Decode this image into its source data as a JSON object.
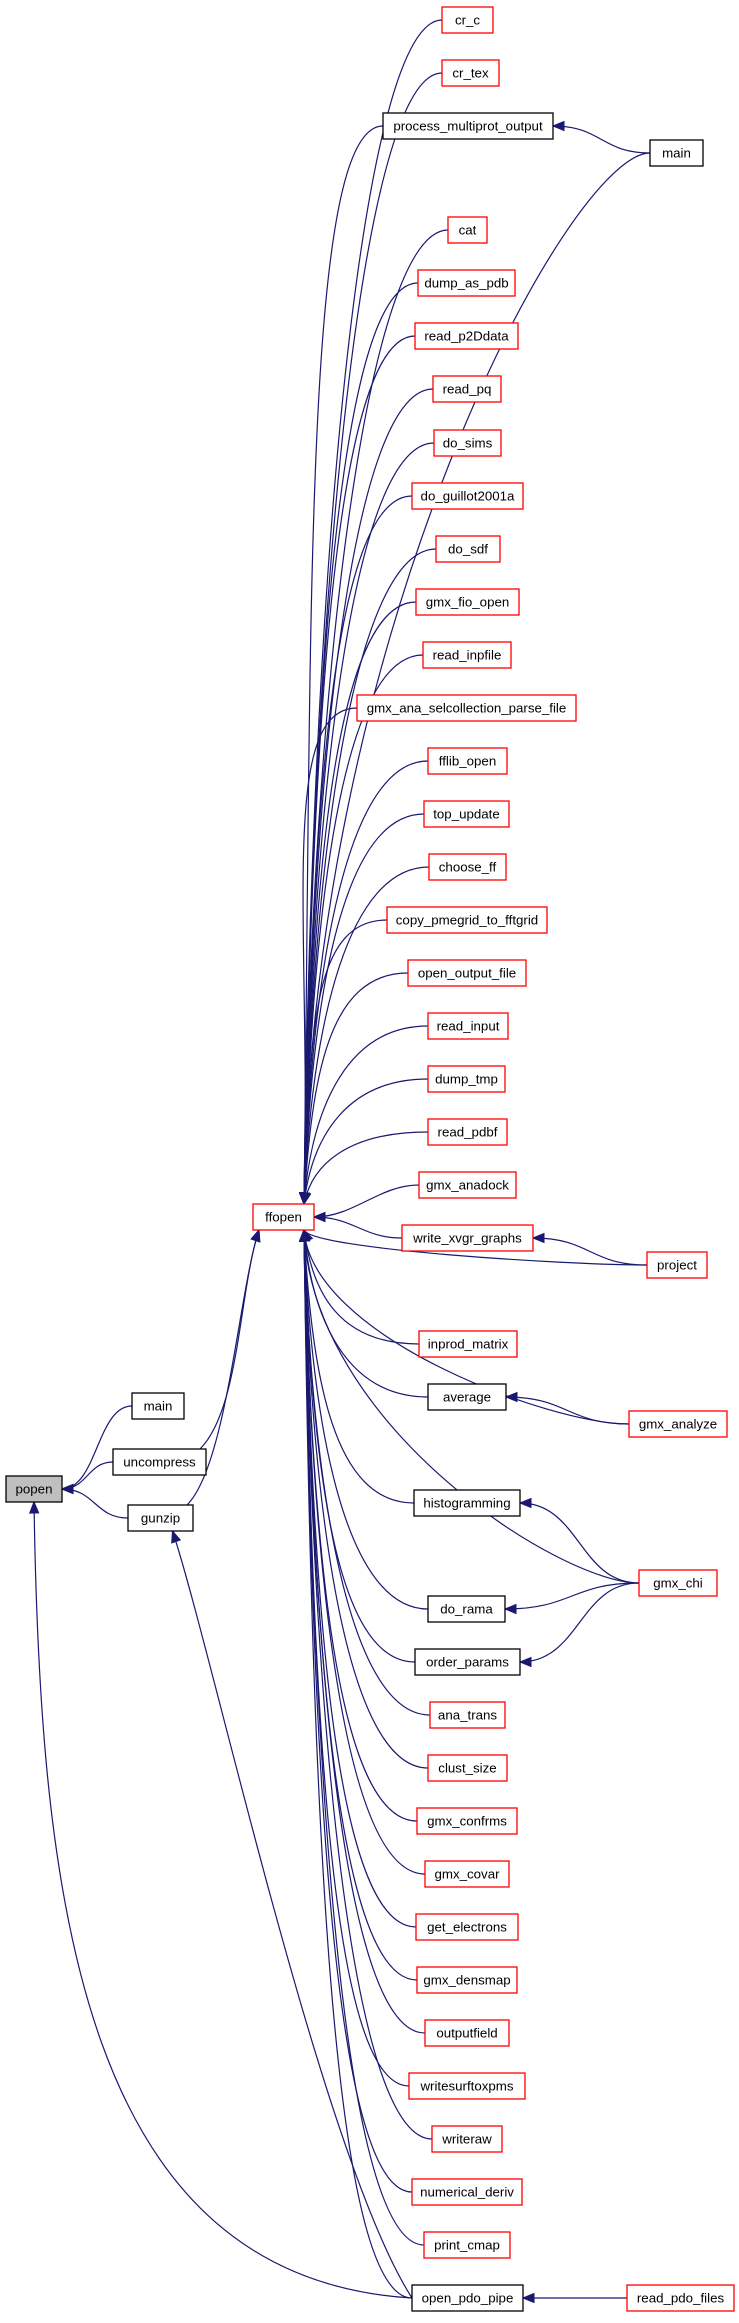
{
  "graph": {
    "title": "",
    "colors": {
      "edge": "#191970",
      "red_border": "#ff0000",
      "black_border": "#000000",
      "root_fill": "#bfbfbf"
    },
    "nodes": [
      {
        "id": "popen",
        "label": "popen",
        "border": "black",
        "root": true
      },
      {
        "id": "main_l",
        "label": "main",
        "border": "black"
      },
      {
        "id": "uncompress",
        "label": "uncompress",
        "border": "black"
      },
      {
        "id": "gunzip",
        "label": "gunzip",
        "border": "black"
      },
      {
        "id": "ffopen",
        "label": "ffopen",
        "border": "red"
      },
      {
        "id": "cr_c",
        "label": "cr_c",
        "border": "red"
      },
      {
        "id": "cr_tex",
        "label": "cr_tex",
        "border": "red"
      },
      {
        "id": "process_multiprot_output",
        "label": "process_multiprot_output",
        "border": "black"
      },
      {
        "id": "main_r",
        "label": "main",
        "border": "black"
      },
      {
        "id": "cat",
        "label": "cat",
        "border": "red"
      },
      {
        "id": "dump_as_pdb",
        "label": "dump_as_pdb",
        "border": "red"
      },
      {
        "id": "read_p2Ddata",
        "label": "read_p2Ddata",
        "border": "red"
      },
      {
        "id": "read_pq",
        "label": "read_pq",
        "border": "red"
      },
      {
        "id": "do_sims",
        "label": "do_sims",
        "border": "red"
      },
      {
        "id": "do_guillot2001a",
        "label": "do_guillot2001a",
        "border": "red"
      },
      {
        "id": "do_sdf",
        "label": "do_sdf",
        "border": "red"
      },
      {
        "id": "gmx_fio_open",
        "label": "gmx_fio_open",
        "border": "red"
      },
      {
        "id": "read_inpfile",
        "label": "read_inpfile",
        "border": "red"
      },
      {
        "id": "gmx_ana_selcollection_parse_file",
        "label": "gmx_ana_selcollection_parse_file",
        "border": "red"
      },
      {
        "id": "fflib_open",
        "label": "fflib_open",
        "border": "red"
      },
      {
        "id": "top_update",
        "label": "top_update",
        "border": "red"
      },
      {
        "id": "choose_ff",
        "label": "choose_ff",
        "border": "red"
      },
      {
        "id": "copy_pmegrid_to_fftgrid",
        "label": "copy_pmegrid_to_fftgrid",
        "border": "red"
      },
      {
        "id": "open_output_file",
        "label": "open_output_file",
        "border": "red"
      },
      {
        "id": "read_input",
        "label": "read_input",
        "border": "red"
      },
      {
        "id": "dump_tmp",
        "label": "dump_tmp",
        "border": "red"
      },
      {
        "id": "read_pdbf",
        "label": "read_pdbf",
        "border": "red"
      },
      {
        "id": "gmx_anadock",
        "label": "gmx_anadock",
        "border": "red"
      },
      {
        "id": "write_xvgr_graphs",
        "label": "write_xvgr_graphs",
        "border": "red"
      },
      {
        "id": "project",
        "label": "project",
        "border": "red"
      },
      {
        "id": "inprod_matrix",
        "label": "inprod_matrix",
        "border": "red"
      },
      {
        "id": "average",
        "label": "average",
        "border": "black"
      },
      {
        "id": "gmx_analyze",
        "label": "gmx_analyze",
        "border": "red"
      },
      {
        "id": "histogramming",
        "label": "histogramming",
        "border": "black"
      },
      {
        "id": "gmx_chi",
        "label": "gmx_chi",
        "border": "red"
      },
      {
        "id": "do_rama",
        "label": "do_rama",
        "border": "black"
      },
      {
        "id": "order_params",
        "label": "order_params",
        "border": "black"
      },
      {
        "id": "ana_trans",
        "label": "ana_trans",
        "border": "red"
      },
      {
        "id": "clust_size",
        "label": "clust_size",
        "border": "red"
      },
      {
        "id": "gmx_confrms",
        "label": "gmx_confrms",
        "border": "red"
      },
      {
        "id": "gmx_covar",
        "label": "gmx_covar",
        "border": "red"
      },
      {
        "id": "get_electrons",
        "label": "get_electrons",
        "border": "red"
      },
      {
        "id": "gmx_densmap",
        "label": "gmx_densmap",
        "border": "red"
      },
      {
        "id": "outputfield",
        "label": "outputfield",
        "border": "red"
      },
      {
        "id": "writesurftoxpms",
        "label": "writesurftoxpms",
        "border": "red"
      },
      {
        "id": "writeraw",
        "label": "writeraw",
        "border": "red"
      },
      {
        "id": "numerical_deriv",
        "label": "numerical_deriv",
        "border": "red"
      },
      {
        "id": "print_cmap",
        "label": "print_cmap",
        "border": "red"
      },
      {
        "id": "open_pdo_pipe",
        "label": "open_pdo_pipe",
        "border": "black"
      },
      {
        "id": "read_pdo_files",
        "label": "read_pdo_files",
        "border": "red"
      }
    ],
    "edges": [
      {
        "from": "main_l",
        "to": "popen"
      },
      {
        "from": "uncompress",
        "to": "popen"
      },
      {
        "from": "gunzip",
        "to": "popen"
      },
      {
        "from": "open_pdo_pipe",
        "to": "popen"
      },
      {
        "from": "uncompress",
        "to": "ffopen"
      },
      {
        "from": "gunzip",
        "to": "ffopen"
      },
      {
        "from": "open_pdo_pipe",
        "to": "gunzip"
      },
      {
        "from": "cr_c",
        "to": "ffopen"
      },
      {
        "from": "cr_tex",
        "to": "ffopen"
      },
      {
        "from": "process_multiprot_output",
        "to": "ffopen"
      },
      {
        "from": "main_r",
        "to": "ffopen"
      },
      {
        "from": "main_r",
        "to": "process_multiprot_output"
      },
      {
        "from": "cat",
        "to": "ffopen"
      },
      {
        "from": "dump_as_pdb",
        "to": "ffopen"
      },
      {
        "from": "read_p2Ddata",
        "to": "ffopen"
      },
      {
        "from": "read_pq",
        "to": "ffopen"
      },
      {
        "from": "do_sims",
        "to": "ffopen"
      },
      {
        "from": "do_guillot2001a",
        "to": "ffopen"
      },
      {
        "from": "do_sdf",
        "to": "ffopen"
      },
      {
        "from": "gmx_fio_open",
        "to": "ffopen"
      },
      {
        "from": "read_inpfile",
        "to": "ffopen"
      },
      {
        "from": "gmx_ana_selcollection_parse_file",
        "to": "ffopen"
      },
      {
        "from": "fflib_open",
        "to": "ffopen"
      },
      {
        "from": "top_update",
        "to": "ffopen"
      },
      {
        "from": "choose_ff",
        "to": "ffopen"
      },
      {
        "from": "copy_pmegrid_to_fftgrid",
        "to": "ffopen"
      },
      {
        "from": "open_output_file",
        "to": "ffopen"
      },
      {
        "from": "read_input",
        "to": "ffopen"
      },
      {
        "from": "dump_tmp",
        "to": "ffopen"
      },
      {
        "from": "read_pdbf",
        "to": "ffopen"
      },
      {
        "from": "gmx_anadock",
        "to": "ffopen"
      },
      {
        "from": "write_xvgr_graphs",
        "to": "ffopen"
      },
      {
        "from": "project",
        "to": "write_xvgr_graphs"
      },
      {
        "from": "project",
        "to": "ffopen"
      },
      {
        "from": "inprod_matrix",
        "to": "ffopen"
      },
      {
        "from": "average",
        "to": "ffopen"
      },
      {
        "from": "gmx_analyze",
        "to": "average"
      },
      {
        "from": "gmx_analyze",
        "to": "ffopen"
      },
      {
        "from": "histogramming",
        "to": "ffopen"
      },
      {
        "from": "gmx_chi",
        "to": "histogramming"
      },
      {
        "from": "gmx_chi",
        "to": "ffopen"
      },
      {
        "from": "gmx_chi",
        "to": "do_rama"
      },
      {
        "from": "gmx_chi",
        "to": "order_params"
      },
      {
        "from": "do_rama",
        "to": "ffopen"
      },
      {
        "from": "order_params",
        "to": "ffopen"
      },
      {
        "from": "ana_trans",
        "to": "ffopen"
      },
      {
        "from": "clust_size",
        "to": "ffopen"
      },
      {
        "from": "gmx_confrms",
        "to": "ffopen"
      },
      {
        "from": "gmx_covar",
        "to": "ffopen"
      },
      {
        "from": "get_electrons",
        "to": "ffopen"
      },
      {
        "from": "gmx_densmap",
        "to": "ffopen"
      },
      {
        "from": "outputfield",
        "to": "ffopen"
      },
      {
        "from": "writesurftoxpms",
        "to": "ffopen"
      },
      {
        "from": "writeraw",
        "to": "ffopen"
      },
      {
        "from": "numerical_deriv",
        "to": "ffopen"
      },
      {
        "from": "print_cmap",
        "to": "ffopen"
      },
      {
        "from": "open_pdo_pipe",
        "to": "ffopen"
      },
      {
        "from": "read_pdo_files",
        "to": "open_pdo_pipe"
      }
    ]
  }
}
